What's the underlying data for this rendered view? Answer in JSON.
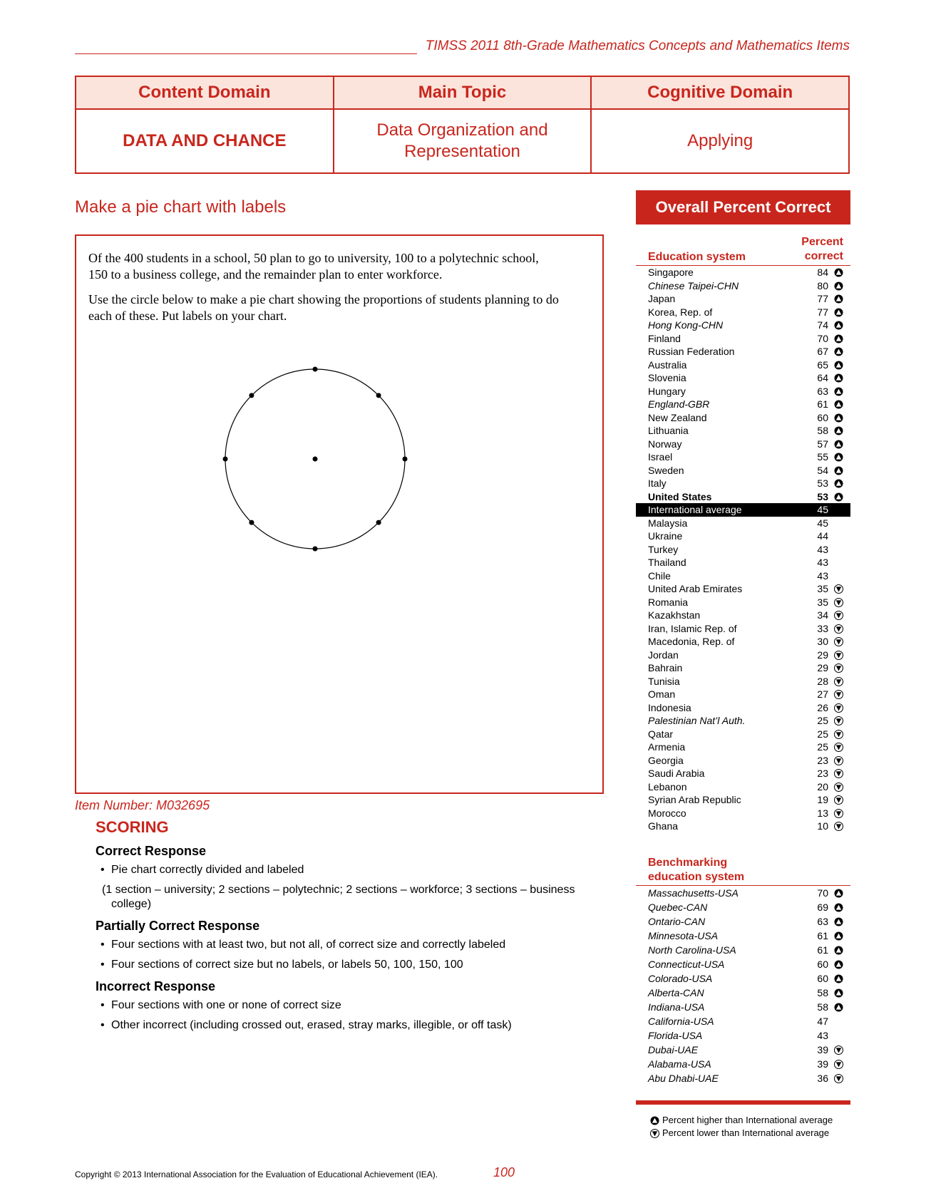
{
  "running_header": "TIMSS 2011 8th-Grade Mathematics Concepts and Mathematics Items",
  "classification": {
    "headers": [
      "Content Domain",
      "Main Topic",
      "Cognitive Domain"
    ],
    "values": [
      "DATA AND CHANCE",
      "Data Organization and Representation",
      "Applying"
    ]
  },
  "item_title": "Make a pie chart with labels",
  "stem": {
    "p1": "Of the 400 students in a school, 50 plan to go to university, 100 to a polytechnic school, 150 to a business college, and the remainder plan to enter workforce.",
    "p2": "Use the circle below to make a pie chart showing the proportions of students planning to do each of these. Put labels on your chart."
  },
  "item_number": "Item Number: M032695",
  "scoring": {
    "title": "SCORING",
    "correct_head": "Correct Response",
    "correct_items": [
      "Pie chart correctly divided and labeled"
    ],
    "correct_note": "(1 section – university; 2 sections – polytechnic; 2 sections – workforce; 3 sections – business college)",
    "partial_head": "Partially Correct Response",
    "partial_items": [
      "Four sections with at least two, but not all, of correct size and correctly labeled",
      "Four sections of correct size but no labels, or labels 50, 100, 150, 100"
    ],
    "incorrect_head": "Incorrect Response",
    "incorrect_items": [
      "Four sections with one or none of correct size",
      "Other incorrect (including crossed out, erased, stray marks, illegible, or off task)"
    ]
  },
  "results": {
    "banner": "Overall Percent Correct",
    "col_system": "Education system",
    "col_pct_line1": "Percent",
    "col_pct_line2": "correct",
    "rows": [
      {
        "name": "Singapore",
        "value": "84",
        "ind": "up",
        "style": ""
      },
      {
        "name": "Chinese Taipei-CHN",
        "value": "80",
        "ind": "up",
        "style": "italic"
      },
      {
        "name": "Japan",
        "value": "77",
        "ind": "up",
        "style": ""
      },
      {
        "name": "Korea, Rep. of",
        "value": "77",
        "ind": "up",
        "style": ""
      },
      {
        "name": "Hong Kong-CHN",
        "value": "74",
        "ind": "up",
        "style": "italic"
      },
      {
        "name": "Finland",
        "value": "70",
        "ind": "up",
        "style": ""
      },
      {
        "name": "Russian Federation",
        "value": "67",
        "ind": "up",
        "style": ""
      },
      {
        "name": "Australia",
        "value": "65",
        "ind": "up",
        "style": ""
      },
      {
        "name": "Slovenia",
        "value": "64",
        "ind": "up",
        "style": ""
      },
      {
        "name": "Hungary",
        "value": "63",
        "ind": "up",
        "style": ""
      },
      {
        "name": "England-GBR",
        "value": "61",
        "ind": "up",
        "style": "italic"
      },
      {
        "name": "New Zealand",
        "value": "60",
        "ind": "up",
        "style": ""
      },
      {
        "name": "Lithuania",
        "value": "58",
        "ind": "up",
        "style": ""
      },
      {
        "name": "Norway",
        "value": "57",
        "ind": "up",
        "style": ""
      },
      {
        "name": "Israel",
        "value": "55",
        "ind": "up",
        "style": ""
      },
      {
        "name": "Sweden",
        "value": "54",
        "ind": "up",
        "style": ""
      },
      {
        "name": "Italy",
        "value": "53",
        "ind": "up",
        "style": ""
      },
      {
        "name": "United States",
        "value": "53",
        "ind": "up",
        "style": "bold"
      },
      {
        "name": "International average",
        "value": "45",
        "ind": "",
        "style": "avg"
      },
      {
        "name": "Malaysia",
        "value": "45",
        "ind": "",
        "style": ""
      },
      {
        "name": "Ukraine",
        "value": "44",
        "ind": "",
        "style": ""
      },
      {
        "name": "Turkey",
        "value": "43",
        "ind": "",
        "style": ""
      },
      {
        "name": "Thailand",
        "value": "43",
        "ind": "",
        "style": ""
      },
      {
        "name": "Chile",
        "value": "43",
        "ind": "",
        "style": ""
      },
      {
        "name": "United Arab Emirates",
        "value": "35",
        "ind": "down",
        "style": ""
      },
      {
        "name": "Romania",
        "value": "35",
        "ind": "down",
        "style": ""
      },
      {
        "name": "Kazakhstan",
        "value": "34",
        "ind": "down",
        "style": ""
      },
      {
        "name": "Iran, Islamic Rep. of",
        "value": "33",
        "ind": "down",
        "style": ""
      },
      {
        "name": "Macedonia, Rep. of",
        "value": "30",
        "ind": "down",
        "style": ""
      },
      {
        "name": "Jordan",
        "value": "29",
        "ind": "down",
        "style": ""
      },
      {
        "name": "Bahrain",
        "value": "29",
        "ind": "down",
        "style": ""
      },
      {
        "name": "Tunisia",
        "value": "28",
        "ind": "down",
        "style": ""
      },
      {
        "name": "Oman",
        "value": "27",
        "ind": "down",
        "style": ""
      },
      {
        "name": "Indonesia",
        "value": "26",
        "ind": "down",
        "style": ""
      },
      {
        "name": "Palestinian Nat’l Auth.",
        "value": "25",
        "ind": "down",
        "style": "italic"
      },
      {
        "name": "Qatar",
        "value": "25",
        "ind": "down",
        "style": ""
      },
      {
        "name": "Armenia",
        "value": "25",
        "ind": "down",
        "style": ""
      },
      {
        "name": "Georgia",
        "value": "23",
        "ind": "down",
        "style": ""
      },
      {
        "name": "Saudi Arabia",
        "value": "23",
        "ind": "down",
        "style": ""
      },
      {
        "name": "Lebanon",
        "value": "20",
        "ind": "down",
        "style": ""
      },
      {
        "name": "Syrian Arab Republic",
        "value": "19",
        "ind": "down",
        "style": ""
      },
      {
        "name": "Morocco",
        "value": "13",
        "ind": "down",
        "style": ""
      },
      {
        "name": "Ghana",
        "value": "10",
        "ind": "down",
        "style": ""
      }
    ],
    "bench_title_line1": "Benchmarking",
    "bench_title_line2": "education system",
    "bench_rows": [
      {
        "name": "Massachusetts-USA",
        "value": "70",
        "ind": "up"
      },
      {
        "name": "Quebec-CAN",
        "value": "69",
        "ind": "up"
      },
      {
        "name": "Ontario-CAN",
        "value": "63",
        "ind": "up"
      },
      {
        "name": "Minnesota-USA",
        "value": "61",
        "ind": "up"
      },
      {
        "name": "North Carolina-USA",
        "value": "61",
        "ind": "up"
      },
      {
        "name": "Connecticut-USA",
        "value": "60",
        "ind": "up"
      },
      {
        "name": "Colorado-USA",
        "value": "60",
        "ind": "up"
      },
      {
        "name": "Alberta-CAN",
        "value": "58",
        "ind": "up"
      },
      {
        "name": "Indiana-USA",
        "value": "58",
        "ind": "up"
      },
      {
        "name": "California-USA",
        "value": "47",
        "ind": ""
      },
      {
        "name": "Florida-USA",
        "value": "43",
        "ind": ""
      },
      {
        "name": "Dubai-UAE",
        "value": "39",
        "ind": "down"
      },
      {
        "name": "Alabama-USA",
        "value": "39",
        "ind": "down"
      },
      {
        "name": "Abu Dhabi-UAE",
        "value": "36",
        "ind": "down"
      }
    ],
    "legend_up": "Percent higher than International average",
    "legend_down": "Percent lower than International average"
  },
  "footer": {
    "copyright": "Copyright © 2013 International Association for the Evaluation of Educational Achievement (IEA).",
    "page": "100"
  }
}
